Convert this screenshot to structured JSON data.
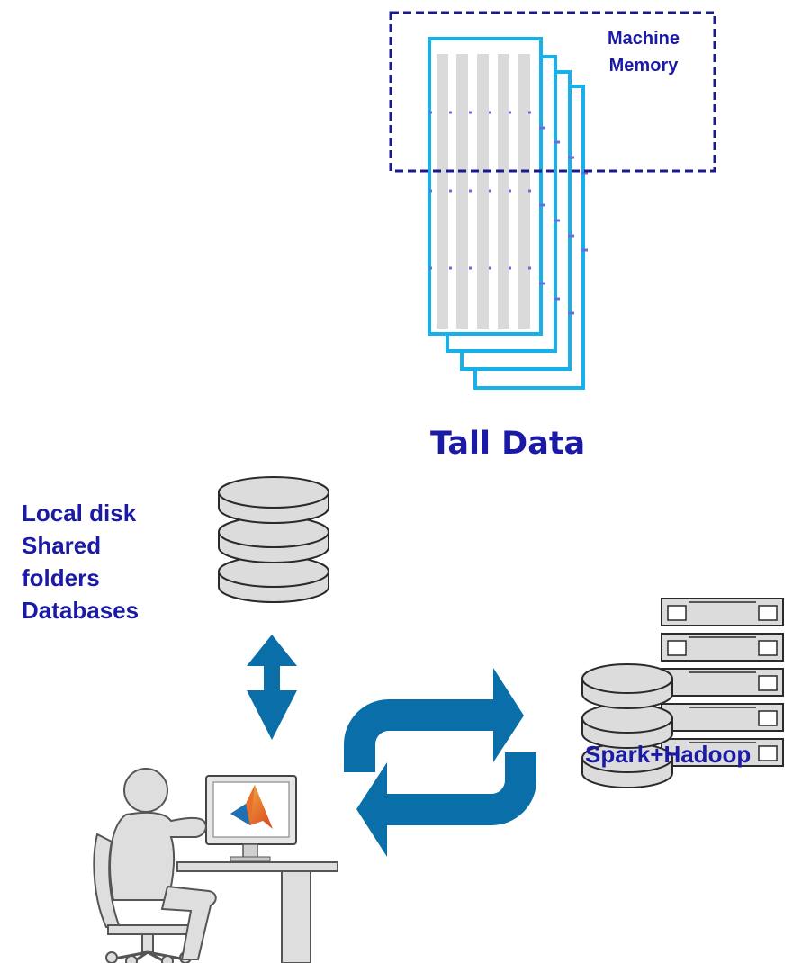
{
  "diagram": {
    "memory_box_label": [
      "Machine",
      "Memory"
    ],
    "title": "Tall Data",
    "local_storage_label": [
      "Local disk",
      "Shared",
      "folders",
      "Databases"
    ],
    "cluster_label": "Spark+Hadoop"
  },
  "colors": {
    "label_text": "#1a1aa6",
    "memory_border": "#1a1a8c",
    "page_border": "#17b0e8",
    "column_fill": "#dadada",
    "row_divider": "#6b6bdd",
    "arrow_fill": "#0a6ea8",
    "icon_fill": "#dcdcdc",
    "icon_stroke": "#2a2a2a",
    "figure_fill": "#dedede",
    "figure_stroke": "#555555"
  },
  "icons": {
    "database": "database-icon",
    "server_rack": "server-rack-icon",
    "user_at_computer": "user-at-computer-icon",
    "matlab_logo": "matlab-logo-icon"
  }
}
